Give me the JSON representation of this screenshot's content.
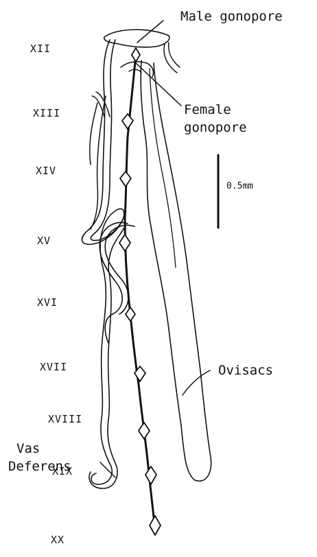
{
  "labels": {
    "male_gonopore": "Male gonopore",
    "female_gonopore_1": "Female",
    "female_gonopore_2": "gonopore",
    "ovisacs": "Ovisacs",
    "vas_deferens_1": "Vas",
    "vas_deferens_2": "Deferens",
    "scale_bar": "0.5mm"
  },
  "segments": [
    "XII",
    "XIII",
    "XIV",
    "XV",
    "XVI",
    "XVII",
    "XVIII",
    "XIX",
    "XX"
  ],
  "colors": {
    "ink": "#111111",
    "background": "#ffffff"
  }
}
